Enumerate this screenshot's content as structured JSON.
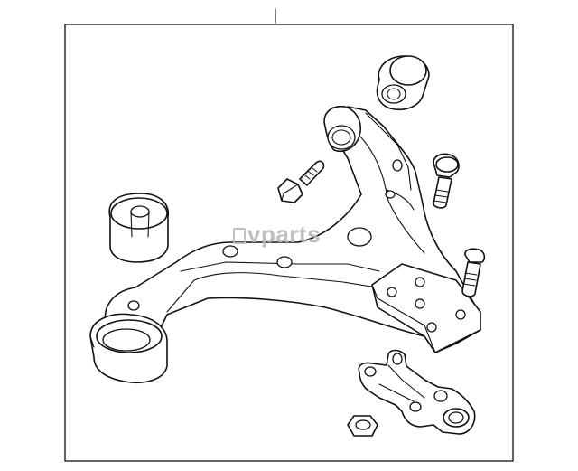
{
  "watermark": {
    "text": "vparts",
    "color": "#b9b9b9"
  },
  "parts": [
    {
      "name": "lower-control-arm"
    },
    {
      "name": "rear-bushing"
    },
    {
      "name": "front-bushing"
    },
    {
      "name": "flange-bolt-left"
    },
    {
      "name": "flange-bolt-right"
    },
    {
      "name": "bolt-small"
    },
    {
      "name": "ball-joint"
    },
    {
      "name": "flange-nut"
    }
  ],
  "colors": {
    "line": "#111111",
    "background": "#ffffff"
  }
}
